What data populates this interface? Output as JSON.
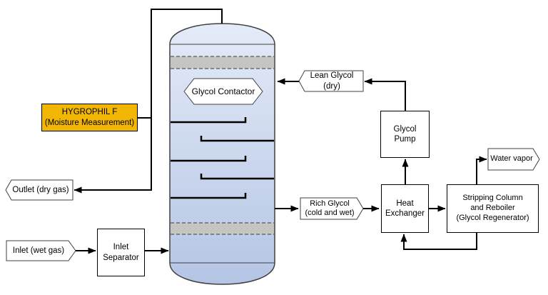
{
  "diagram": {
    "vessel": {
      "label": "Glycol Contactor"
    },
    "device": {
      "label": "HYGROPHIL F\n(Moisture Measurement)"
    },
    "flows": {
      "outlet": "Outlet (dry gas)",
      "inlet": "Inlet (wet gas)",
      "lean_glycol": "Lean Glycol\n(dry)",
      "rich_glycol": "Rich Glycol\n(cold and wet)",
      "water_vapor": "Water vapor"
    },
    "equipment": {
      "inlet_separator": "Inlet\nSeparator",
      "heat_exchanger": "Heat\nExchanger",
      "glycol_pump": "Glycol\nPump",
      "stripping_column": "Stripping Column\nand Reboiler\n(Glycol Regenerator)"
    },
    "colors": {
      "highlight_fill": "#F2B705",
      "vessel_fill_top": "#E4EBF8",
      "vessel_fill_bottom": "#B4C5E4",
      "packing_fill": "#C5C5C1",
      "line_color": "#000000",
      "shape_stroke": "#404040"
    }
  }
}
